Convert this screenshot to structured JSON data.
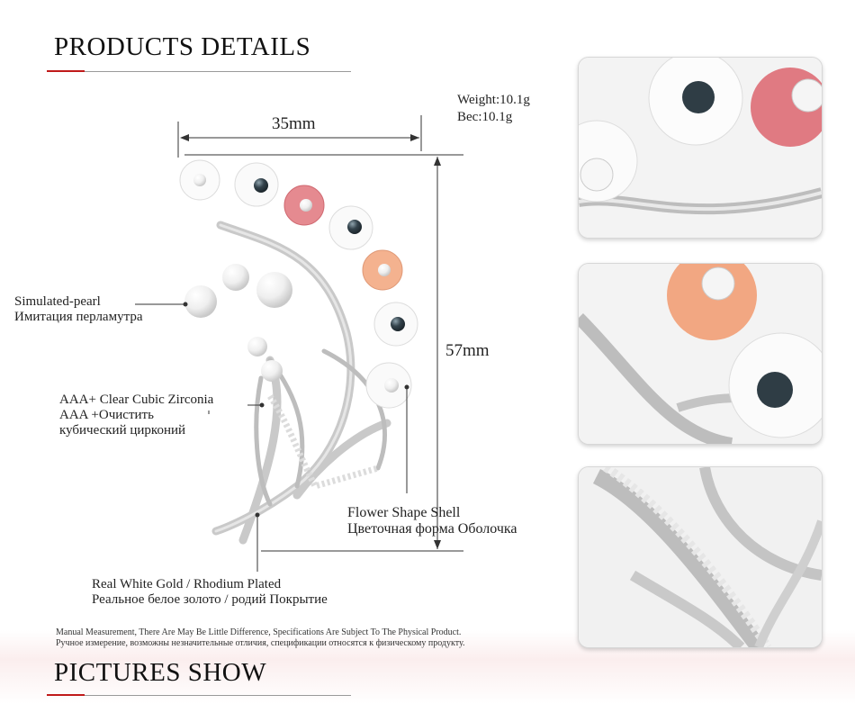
{
  "sections": {
    "details_title": "PRODUCTS DETAILS",
    "pictures_title": "PICTURES SHOW"
  },
  "specs": {
    "weight": "Weight:10.1g",
    "bec": "Bec:10.1g"
  },
  "dimensions": {
    "width": "35mm",
    "height": "57mm"
  },
  "labels": {
    "pearl_en": "Simulated-pearl",
    "pearl_ru": "Имитация перламутра",
    "zirconia_en": "AAA+ Clear Cubic Zirconia",
    "zirconia_ru1": "AAA +Очистить",
    "zirconia_ru2": "кубический цирконий",
    "shell_en": "Flower Shape Shell",
    "shell_ru": "Цветочная форма Оболочка",
    "gold_en": "Real White Gold / Rhodium Plated",
    "gold_ru": "Реальное белое золото / родий Покрытие"
  },
  "notes": {
    "en": "Manual Measurement, There Are May Be Little Difference, Specifications Are Subject To The Physical Product.",
    "ru": "Ручное измерение, возможны незначительные отличия, спецификации относятся к физическому продукту."
  },
  "colors": {
    "accent_red": "#c01a1a",
    "pearl_black": "#2f3d45",
    "flower_pink": "#e07a82",
    "flower_peach": "#f2a782",
    "silver": "#c8c8c8"
  }
}
